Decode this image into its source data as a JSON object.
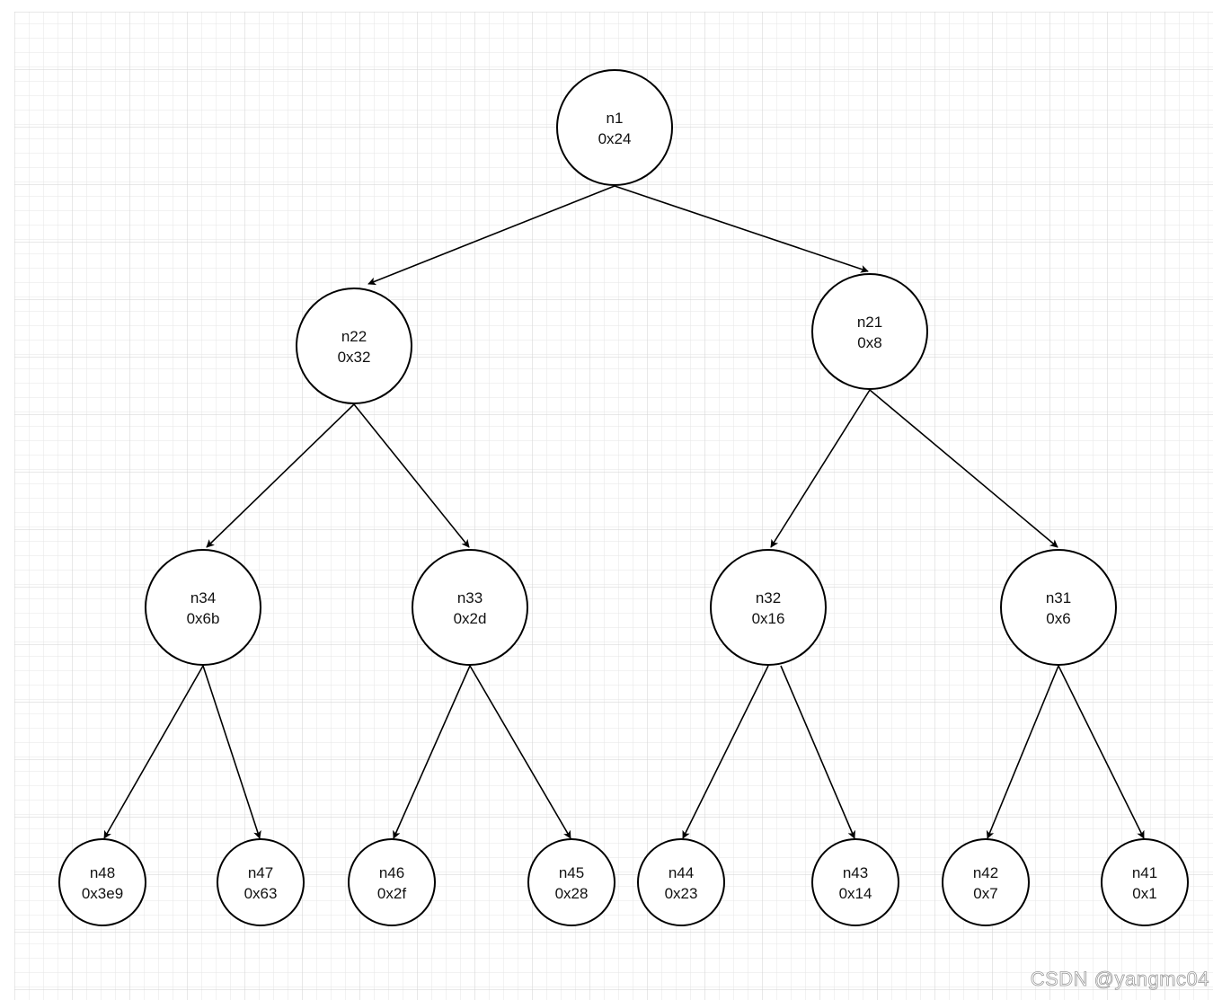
{
  "diagram": {
    "nodes": [
      {
        "id": "n1",
        "name": "n1",
        "value": "0x24"
      },
      {
        "id": "n22",
        "name": "n22",
        "value": "0x32"
      },
      {
        "id": "n21",
        "name": "n21",
        "value": "0x8"
      },
      {
        "id": "n34",
        "name": "n34",
        "value": "0x6b"
      },
      {
        "id": "n33",
        "name": "n33",
        "value": "0x2d"
      },
      {
        "id": "n32",
        "name": "n32",
        "value": "0x16"
      },
      {
        "id": "n31",
        "name": "n31",
        "value": "0x6"
      },
      {
        "id": "n48",
        "name": "n48",
        "value": "0x3e9"
      },
      {
        "id": "n47",
        "name": "n47",
        "value": "0x63"
      },
      {
        "id": "n46",
        "name": "n46",
        "value": "0x2f"
      },
      {
        "id": "n45",
        "name": "n45",
        "value": "0x28"
      },
      {
        "id": "n44",
        "name": "n44",
        "value": "0x23"
      },
      {
        "id": "n43",
        "name": "n43",
        "value": "0x14"
      },
      {
        "id": "n42",
        "name": "n42",
        "value": "0x7"
      },
      {
        "id": "n41",
        "name": "n41",
        "value": "0x1"
      }
    ],
    "edges": [
      {
        "from": "n1",
        "to": "n22"
      },
      {
        "from": "n1",
        "to": "n21"
      },
      {
        "from": "n22",
        "to": "n34"
      },
      {
        "from": "n22",
        "to": "n33"
      },
      {
        "from": "n21",
        "to": "n32"
      },
      {
        "from": "n21",
        "to": "n31"
      },
      {
        "from": "n34",
        "to": "n48"
      },
      {
        "from": "n34",
        "to": "n47"
      },
      {
        "from": "n33",
        "to": "n46"
      },
      {
        "from": "n33",
        "to": "n45"
      },
      {
        "from": "n32",
        "to": "n44"
      },
      {
        "from": "n32",
        "to": "n43"
      },
      {
        "from": "n31",
        "to": "n42"
      },
      {
        "from": "n31",
        "to": "n41"
      }
    ]
  },
  "colors": {
    "grid_minor": "#e6e6e6",
    "grid_major": "#d0d0d0",
    "stroke": "#000000"
  },
  "watermark": "CSDN @yangmc04"
}
